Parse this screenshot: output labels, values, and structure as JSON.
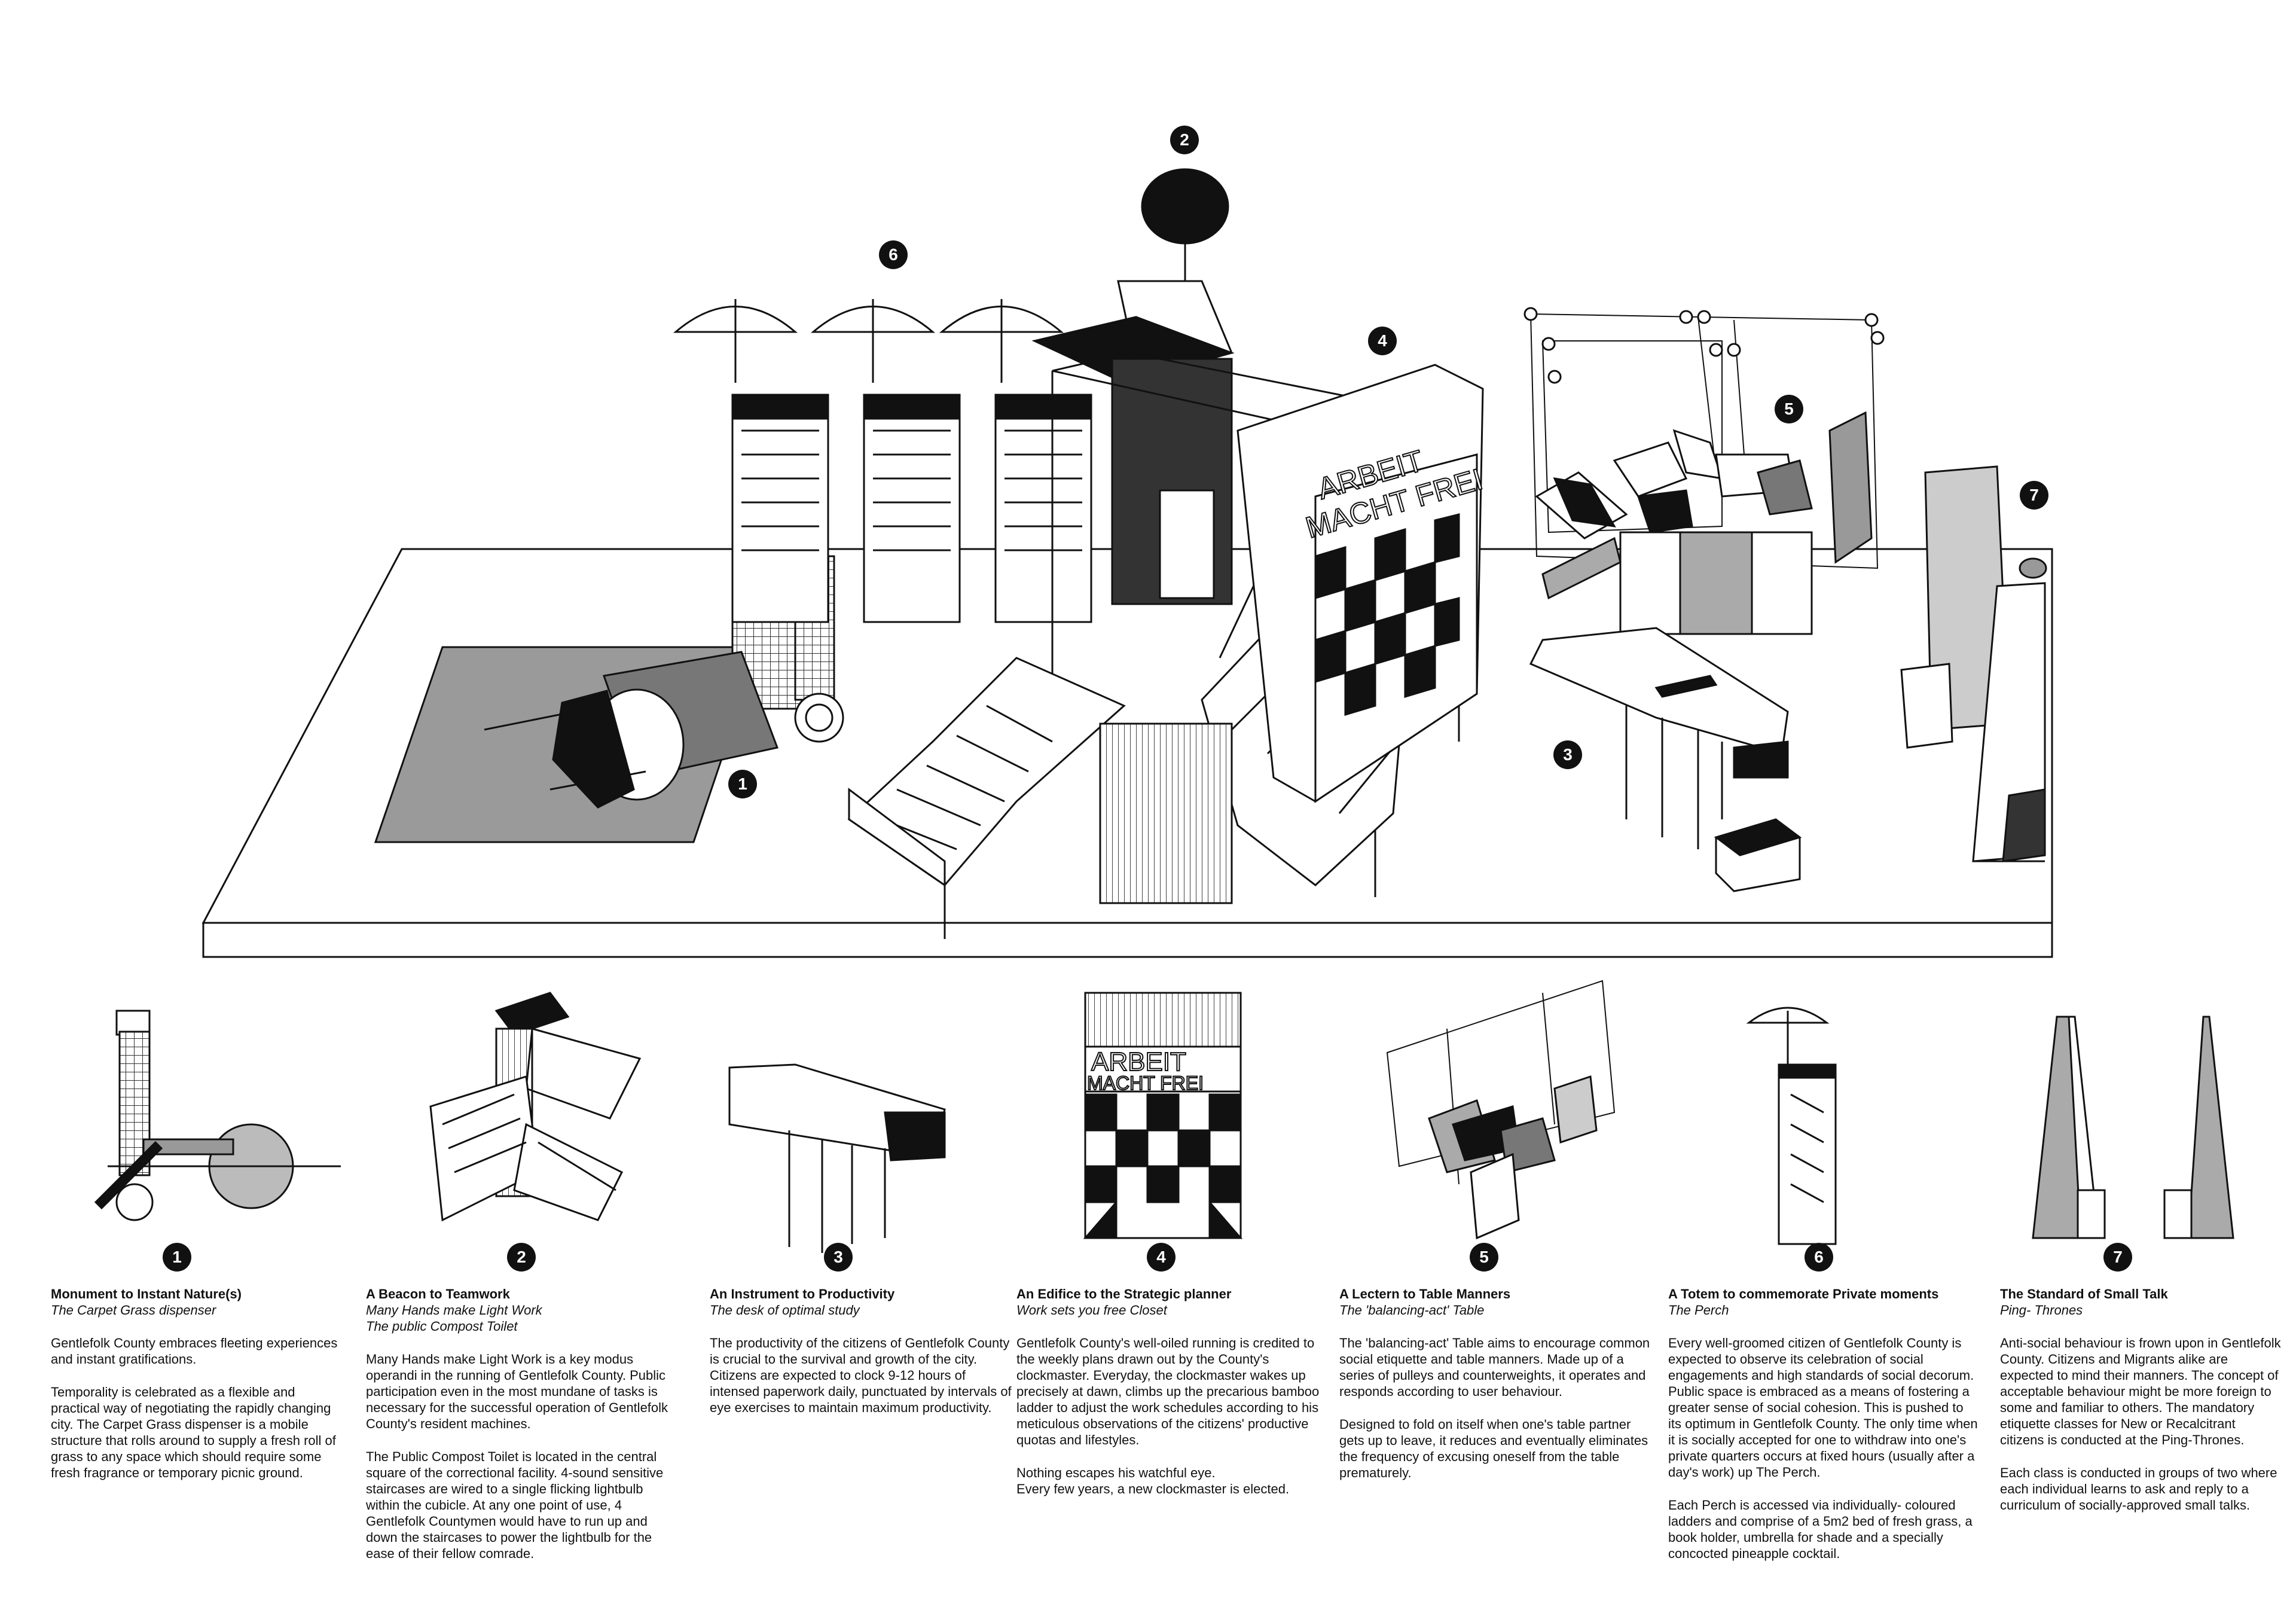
{
  "diagram": {
    "scene_badges": [
      "1",
      "2",
      "3",
      "4",
      "5",
      "6",
      "7"
    ],
    "sign_text": {
      "line1": "ARBEIT",
      "line2": "MACHT FREI"
    }
  },
  "items": [
    {
      "number": "1",
      "title": "Monument to Instant Nature(s)",
      "subtitle": "The Carpet Grass dispenser",
      "paragraphs": [
        "Gentlefolk County embraces fleeting experiences and instant gratifications.",
        "Temporality is celebrated as a flexible and practical way of negotiating the rapidly changing city. The Carpet Grass dispenser is a mobile structure that rolls around to supply a fresh roll of grass to any space which should require some fresh fragrance or temporary picnic ground."
      ]
    },
    {
      "number": "2",
      "title": "A Beacon to Teamwork",
      "subtitle": "Many Hands make Light Work\nThe public  Compost Toilet",
      "paragraphs": [
        "Many Hands make Light Work is a key modus operandi in the running of Gentlefolk County. Public participation even in the most mundane of tasks is necessary for the successful operation of Gentlefolk County's resident machines.",
        "The Public Compost Toilet is located in the central square of the correctional facility. 4-sound sensitive staircases are wired to a single flicking lightbulb within the cubicle. At any one point of use, 4 Gentlefolk Countymen would have to run up and down the staircases to power the lightbulb for the ease of their fellow comrade."
      ]
    },
    {
      "number": "3",
      "title": "An Instrument to Productivity",
      "subtitle": "The desk of optimal study",
      "paragraphs": [
        "The productivity of the citizens of Gentlefolk County is crucial to the survival and growth of the city. Citizens are expected to clock 9-12 hours of intensed paperwork daily, punctuated by intervals of eye exercises to maintain maximum productivity."
      ]
    },
    {
      "number": "4",
      "title": "An Edifice to the Strategic planner",
      "subtitle": "Work sets you free Closet",
      "paragraphs": [
        "Gentlefolk County's well-oiled running is credited to the weekly plans drawn out by the County's clockmaster. Everyday, the clockmaster wakes up precisely at dawn, climbs up the precarious bamboo ladder to adjust the work schedules according to his meticulous observations of the citizens' productive quotas and lifestyles.",
        "Nothing escapes his watchful eye.\nEvery few years, a new clockmaster is elected."
      ]
    },
    {
      "number": "5",
      "title": "A Lectern to Table Manners",
      "subtitle": "The 'balancing-act' Table",
      "paragraphs": [
        "The 'balancing-act' Table aims to encourage common social etiquette and table manners. Made up of a series of pulleys and counterweights, it operates and responds according to user behaviour.",
        "Designed to fold on itself when one's table partner gets up to leave, it reduces and eventually eliminates the frequency of excusing oneself from the table prematurely."
      ]
    },
    {
      "number": "6",
      "title": "A Totem to commemorate Private moments",
      "subtitle": "The Perch",
      "paragraphs": [
        "Every well-groomed citizen of Gentlefolk County is expected to observe its celebration of social engagements and high standards of social decorum. Public space is embraced as a means of fostering a greater sense of social cohesion. This is pushed to its optimum in Gentlefolk County. The only time when it is socially accepted for one to withdraw into one's private quarters occurs at fixed hours (usually after a day's work) up The Perch.",
        "Each Perch is accessed via individually- coloured ladders and comprise of a 5m2 bed of fresh grass, a book holder, umbrella for shade and a specially concocted pineapple cocktail."
      ]
    },
    {
      "number": "7",
      "title": "The Standard of Small Talk",
      "subtitle": "Ping- Thrones",
      "paragraphs": [
        "Anti-social behaviour is frown upon in Gentlefolk County. Citizens and Migrants alike are expected to mind their manners. The concept of acceptable behaviour might be more foreign to some and familiar to others. The mandatory etiquette classes for New or Recalcitrant citizens is conducted at the Ping-Thrones.",
        "Each class is conducted in groups of two where each individual learns to ask and reply to a curriculum of socially-approved small talks."
      ]
    }
  ]
}
